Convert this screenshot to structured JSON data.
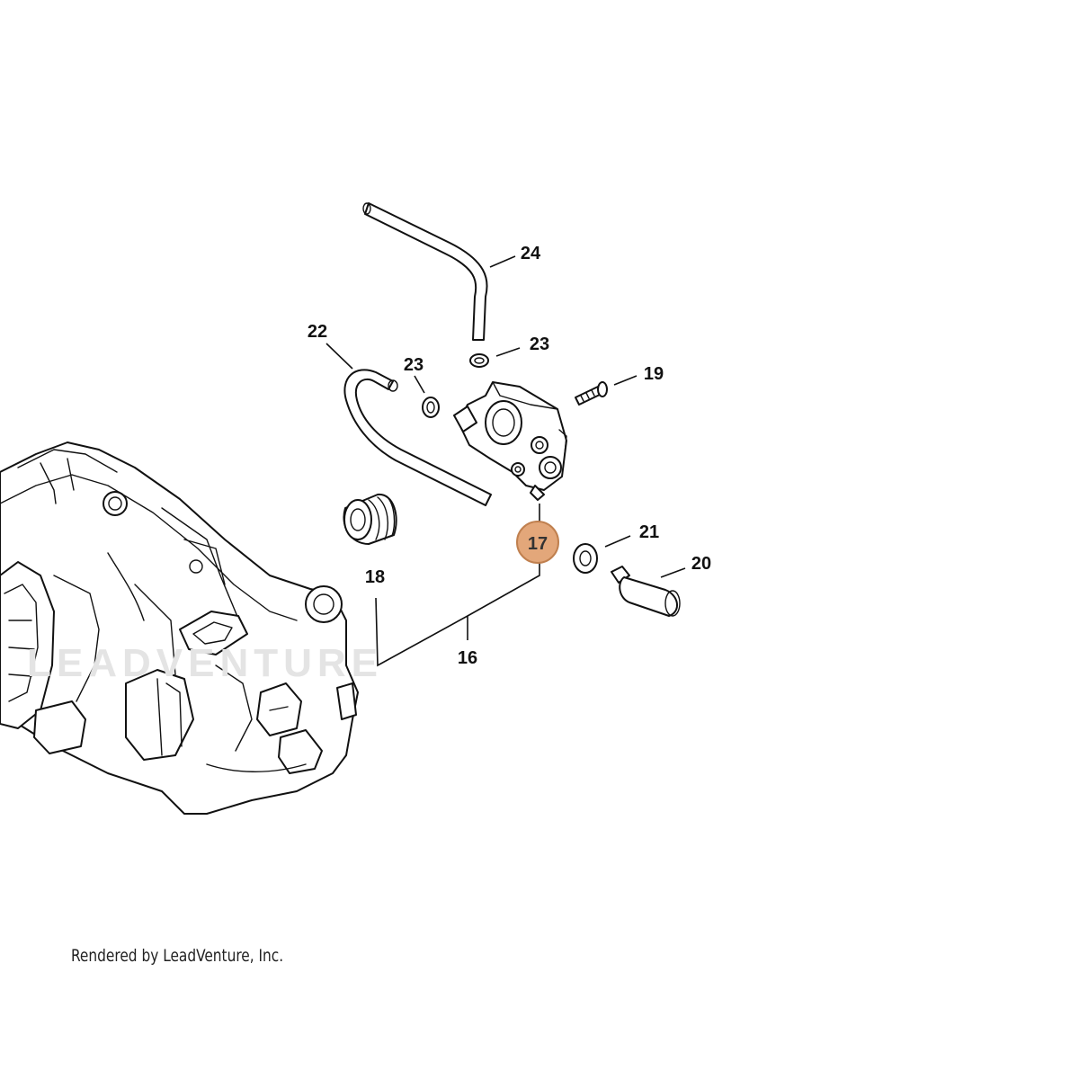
{
  "diagram": {
    "highlight_color": "#e3a77a",
    "highlight_stroke": "#c0804f",
    "watermark": "LEADVENTURE",
    "callouts": {
      "c24": "24",
      "c22": "22",
      "c23a": "23",
      "c23b": "23",
      "c19": "19",
      "c17": "17",
      "c18": "18",
      "c21": "21",
      "c20": "20",
      "c16": "16"
    }
  },
  "footer": {
    "credit": "Rendered by LeadVenture, Inc."
  }
}
